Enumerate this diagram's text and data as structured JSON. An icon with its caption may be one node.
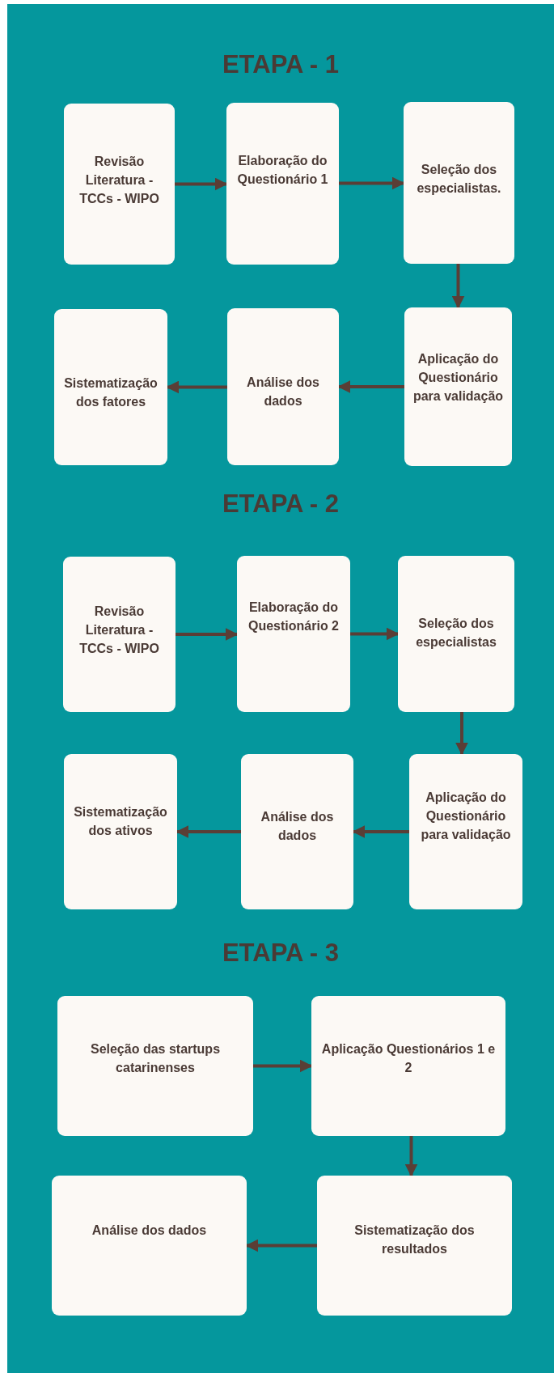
{
  "diagram": {
    "nodes": [
      {
        "text": [
          "Revisão Literatura -TCCs - WIPO"
        ]
      },
      {
        "text": [
          "Elaboração do Questionário 1"
        ]
      },
      {
        "text": [
          "Seleção dos especialistas."
        ]
      },
      {
        "text": [
          "Sistematização dos fatores"
        ]
      },
      {
        "text": [
          "Análise dos dados"
        ]
      },
      {
        "text": [
          "Aplicação do Questionário para validação"
        ]
      },
      {
        "text": [
          "Revisão Literatura -TCCs - WIPO"
        ]
      },
      {
        "text": [
          "Elaboração do Questionário 2"
        ]
      },
      {
        "text": [
          "Seleção dos especialistas"
        ]
      },
      {
        "text": [
          "Sistematização dos ativos"
        ]
      },
      {
        "text": [
          "Análise dos dados"
        ]
      },
      {
        "text": [
          "Aplicação do Questionário para validação"
        ]
      },
      {
        "text": [
          "Seleção das startups catarinenses"
        ]
      },
      {
        "text": [
          "Aplicação Questionários 1 e 2"
        ]
      },
      {
        "text": [
          "Análise dos dados"
        ]
      },
      {
        "text": [
          "Sistematização dos resultados"
        ]
      }
    ],
    "edges": [
      {
        "from": 0,
        "to": 1,
        "arrow": "to"
      },
      {
        "from": 1,
        "to": 2,
        "arrow": "to"
      },
      {
        "from": 2,
        "to": 5,
        "arrow": "to"
      },
      {
        "from": 5,
        "to": 4,
        "arrow": "to"
      },
      {
        "from": 4,
        "to": 3,
        "arrow": "to"
      },
      {
        "from": 6,
        "to": 7,
        "arrow": "to"
      },
      {
        "from": 7,
        "to": 8,
        "arrow": "to"
      },
      {
        "from": 8,
        "to": 11,
        "arrow": "to"
      },
      {
        "from": 11,
        "to": 10,
        "arrow": "to"
      },
      {
        "from": 10,
        "to": 9,
        "arrow": "to"
      },
      {
        "from": 12,
        "to": 13,
        "arrow": "to"
      },
      {
        "from": 13,
        "to": 15,
        "arrow": "to"
      },
      {
        "from": 15,
        "to": 14,
        "arrow": "to"
      }
    ],
    "labels": [
      "ETAPA - 1",
      "ETAPA - 2",
      "ETAPA - 3"
    ]
  }
}
